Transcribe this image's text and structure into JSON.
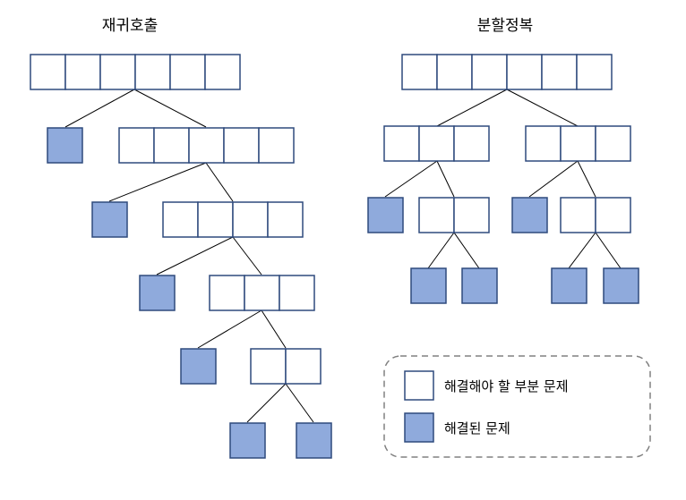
{
  "titles": {
    "recursion": "재귀호출",
    "divide_conquer": "분할정복"
  },
  "legend": {
    "unsolved_label": "해결해야 할 부분 문제",
    "solved_label": "해결된 문제"
  },
  "colors": {
    "stroke": "#2F4A7D",
    "solved_fill": "#8FAADC",
    "unsolved_fill": "#FFFFFF",
    "edge": "#000000",
    "legend_border": "#808080"
  }
}
